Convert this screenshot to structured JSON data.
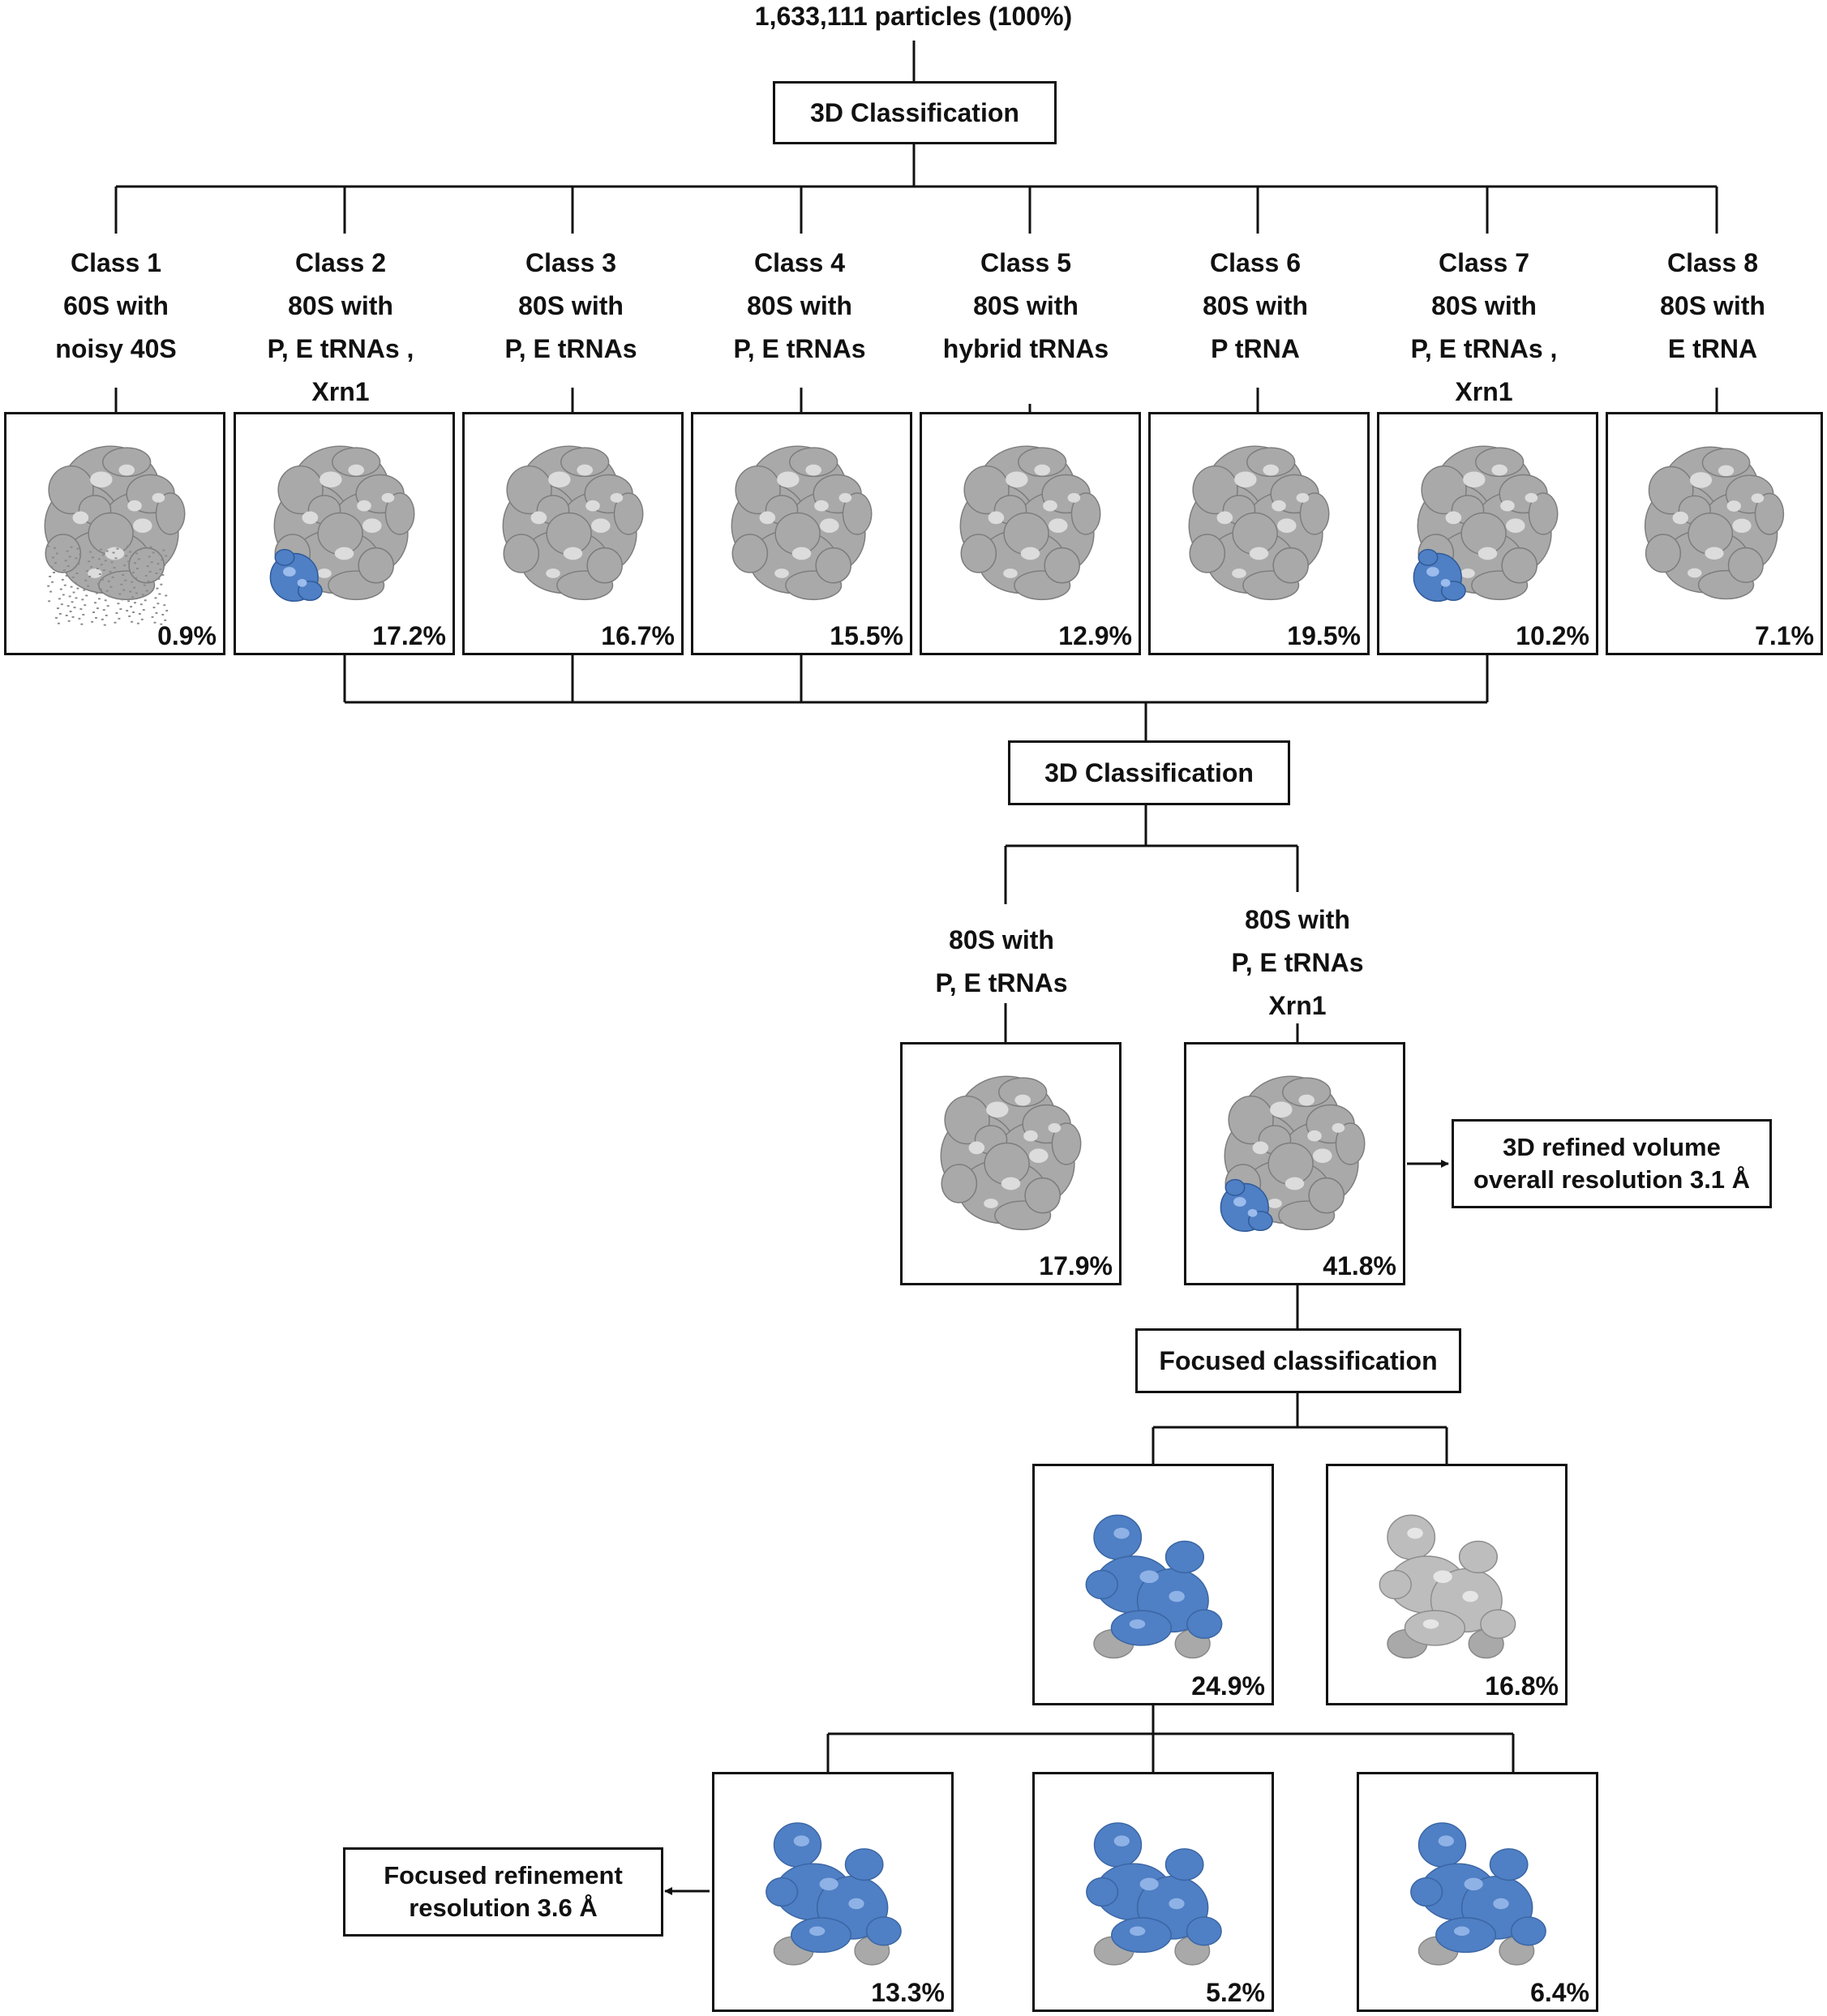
{
  "top_label": "1,633,111 particles (100%)",
  "step1_label": "3D Classification",
  "classes": [
    {
      "lines": [
        "Class 1",
        "60S  with",
        "noisy  40S"
      ],
      "percent": "0.9%",
      "map": "noisy-40s"
    },
    {
      "lines": [
        "Class 2",
        "80S  with",
        "P, E tRNAs ,",
        "Xrn1"
      ],
      "percent": "17.2%",
      "map": "xrn1"
    },
    {
      "lines": [
        "Class 3",
        "80S  with",
        "P, E tRNAs"
      ],
      "percent": "16.7%",
      "map": "plain"
    },
    {
      "lines": [
        "Class 4",
        "80S  with",
        "P, E tRNAs"
      ],
      "percent": "15.5%",
      "map": "plain"
    },
    {
      "lines": [
        "Class 5",
        "80S  with",
        "hybrid   tRNAs"
      ],
      "percent": "12.9%",
      "map": "plain"
    },
    {
      "lines": [
        "Class 6",
        "80S  with",
        "P tRNA"
      ],
      "percent": "19.5%",
      "map": "plain"
    },
    {
      "lines": [
        "Class 7",
        "80S  with",
        "P, E tRNAs ,",
        "Xrn1"
      ],
      "percent": "10.2%",
      "map": "xrn1"
    },
    {
      "lines": [
        "Class 8",
        "80S  with",
        "E tRNA"
      ],
      "percent": "7.1%",
      "map": "plain"
    }
  ],
  "step2_label": "3D Classification",
  "sub_classes": [
    {
      "lines": [
        "80S  with",
        "P, E tRNAs"
      ],
      "percent": "17.9%",
      "map": "plain"
    },
    {
      "lines": [
        "80S  with",
        "P, E tRNAs",
        "Xrn1"
      ],
      "percent": "41.8%",
      "map": "xrn1"
    }
  ],
  "refined_note": [
    "3D refined volume",
    "overall resolution 3.1 Å"
  ],
  "step3_label": "Focused classification",
  "focused_classes": [
    {
      "percent": "24.9%",
      "map": "blue"
    },
    {
      "percent": "16.8%",
      "map": "grey"
    }
  ],
  "final_classes": [
    {
      "percent": "13.3%",
      "map": "blue"
    },
    {
      "percent": "5.2%",
      "map": "blue"
    },
    {
      "percent": "6.4%",
      "map": "blue"
    }
  ],
  "refinement_note": [
    "Focused refinement",
    "resolution 3.6 Å"
  ],
  "colors": {
    "line": "#111111",
    "density_grey": "#a9a9a9",
    "density_blue": "#4f7fc4"
  }
}
